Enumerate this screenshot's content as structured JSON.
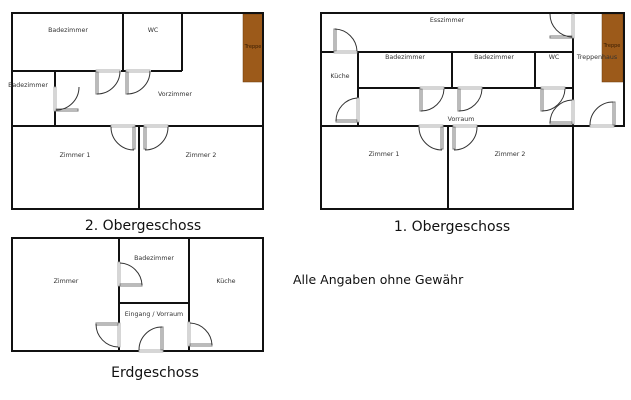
{
  "plans": {
    "og2": {
      "caption": "2. Obergeschoss",
      "rooms": {
        "bad_top": "Badezimmer",
        "wc": "WC",
        "bad_left": "Badezimmer",
        "vorzimmer": "Vorzimmer",
        "zimmer1": "Zimmer 1",
        "zimmer2": "Zimmer 2",
        "treppe": "Treppe"
      }
    },
    "og1": {
      "caption": "1. Obergeschoss",
      "rooms": {
        "esszimmer": "Esszimmer",
        "kueche": "Küche",
        "bad1": "Badezimmer",
        "bad2": "Badezimmer",
        "wc": "WC",
        "vorraum": "Vorraum",
        "treppenhaus": "Treppenhaus",
        "treppe": "Treppe",
        "zimmer1": "Zimmer 1",
        "zimmer2": "Zimmer 2"
      }
    },
    "eg": {
      "caption": "Erdgeschoss",
      "rooms": {
        "zimmer": "Zimmer",
        "badezimmer": "Badezimmer",
        "kueche": "Küche",
        "eingang": "Eingang / Vorraum"
      }
    }
  },
  "disclaimer": "Alle Angaben ohne Gewähr",
  "colors": {
    "wall": "#111111",
    "stair": "#9c5a1a",
    "background": "#ffffff"
  }
}
